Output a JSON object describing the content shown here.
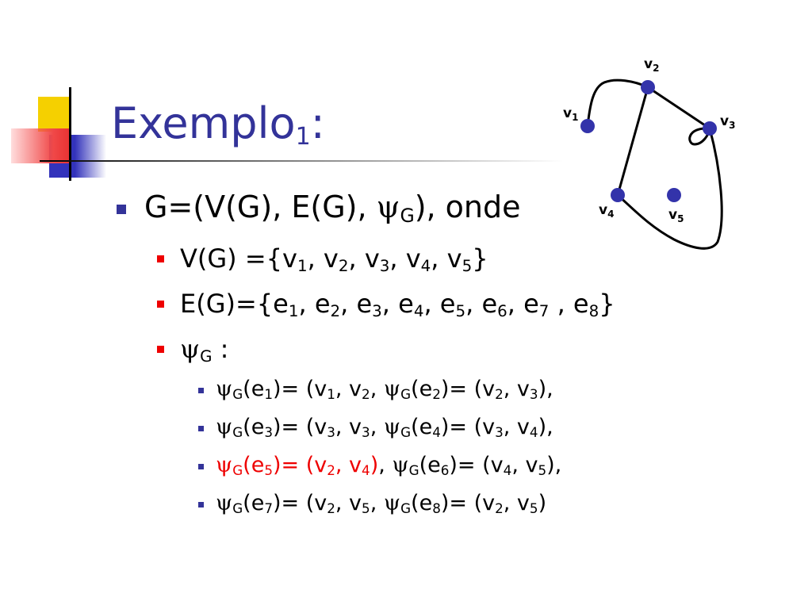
{
  "title": {
    "main": "Exemplo",
    "sub": "1",
    "suffix": ":"
  },
  "colors": {
    "title": "#333399",
    "bullet_primary": "#333399",
    "bullet_secondary": "#ee0000",
    "highlight": "#ee0000",
    "vertex": "#3333aa"
  },
  "bullets": {
    "level1": {
      "pre": "G=(V(G), E(G), ",
      "psi": "ψ",
      "psi_sub": "G",
      "post": "), onde"
    },
    "vertices": {
      "text": "V(G) ={v",
      "items": [
        "1",
        "2",
        "3",
        "4",
        "5"
      ]
    },
    "edges": {
      "text": "E(G)={e",
      "items": [
        "1",
        "2",
        "3",
        "4",
        "5",
        "6",
        "7",
        "8"
      ]
    },
    "psi_heading": {
      "psi": "ψ",
      "sub": "G",
      "suffix": " :"
    }
  },
  "mappings": [
    {
      "highlight": false,
      "pairs": [
        {
          "edge": "1",
          "from": "1",
          "to": "2",
          "sep": ","
        },
        {
          "edge": "2",
          "from": "2",
          "to": "3",
          "sep": "),"
        }
      ]
    },
    {
      "highlight": false,
      "pairs": [
        {
          "edge": "3",
          "from": "3",
          "to": "3",
          "sep": ","
        },
        {
          "edge": "4",
          "from": "3",
          "to": "4",
          "sep": "),"
        }
      ]
    },
    {
      "highlight": true,
      "pairs": [
        {
          "edge": "5",
          "from": "2",
          "to": "4",
          "sep": ","
        },
        {
          "edge": "6",
          "from": "4",
          "to": "5",
          "sep": "),"
        }
      ]
    },
    {
      "highlight": false,
      "pairs": [
        {
          "edge": "7",
          "from": "2",
          "to": "5",
          "sep": ","
        },
        {
          "edge": "8",
          "from": "2",
          "to": "5",
          "sep": ")"
        }
      ]
    }
  ],
  "graph": {
    "vertices": [
      {
        "name": "v",
        "sub": "1"
      },
      {
        "name": "v",
        "sub": "2"
      },
      {
        "name": "v",
        "sub": "3"
      },
      {
        "name": "v",
        "sub": "4"
      },
      {
        "name": "v",
        "sub": "5"
      }
    ]
  }
}
